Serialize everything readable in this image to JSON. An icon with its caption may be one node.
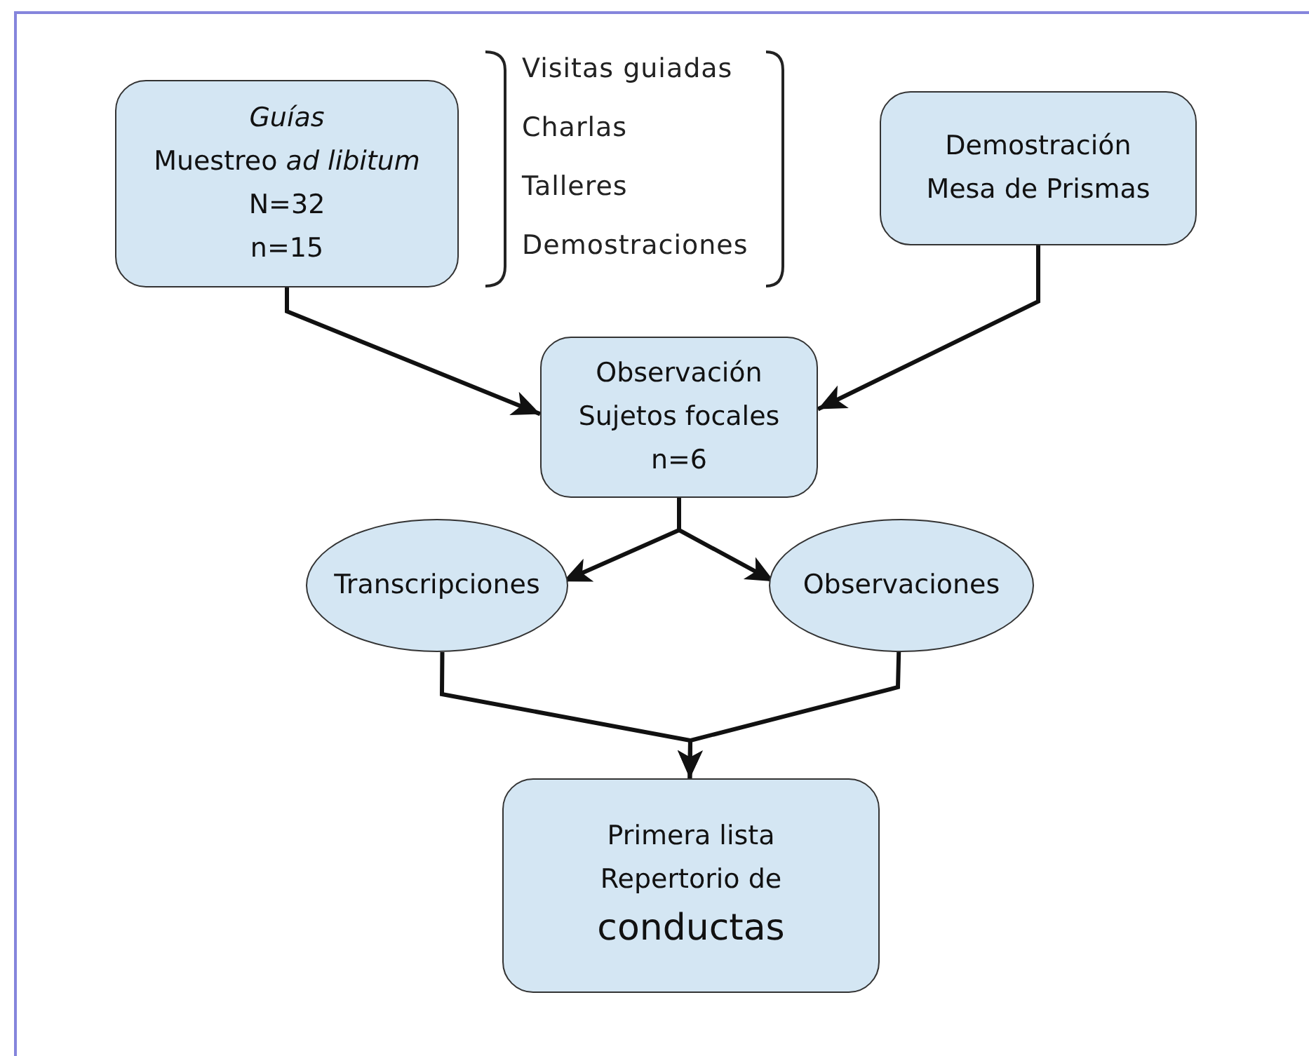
{
  "diagram": {
    "nodes": [
      {
        "text": [
          "Guías",
          "Muestreo *ad libitum*",
          "N=32",
          "n=15"
        ]
      },
      {
        "text": [
          "Demostración",
          "Mesa de Prismas"
        ]
      },
      {
        "text": [
          "Observación",
          "Sujetos focales",
          "n=6"
        ]
      },
      {
        "text": [
          "Transcripciones"
        ]
      },
      {
        "text": [
          "Observaciones"
        ]
      },
      {
        "text": [
          "Primera lista",
          "Repertorio de",
          "conductas"
        ]
      }
    ],
    "edges": [
      {
        "from": 0,
        "to": 2,
        "arrow": "to"
      },
      {
        "from": 1,
        "to": 2,
        "arrow": "to"
      },
      {
        "from": 2,
        "to": 3,
        "arrow": "to"
      },
      {
        "from": 2,
        "to": 4,
        "arrow": "to"
      },
      {
        "from": 3,
        "to": 5,
        "arrow": "to"
      },
      {
        "from": 4,
        "to": 5,
        "arrow": "to"
      }
    ],
    "labels": [
      "Visitas guiadas",
      "Charlas",
      "Talleres",
      "Demostraciones"
    ]
  }
}
